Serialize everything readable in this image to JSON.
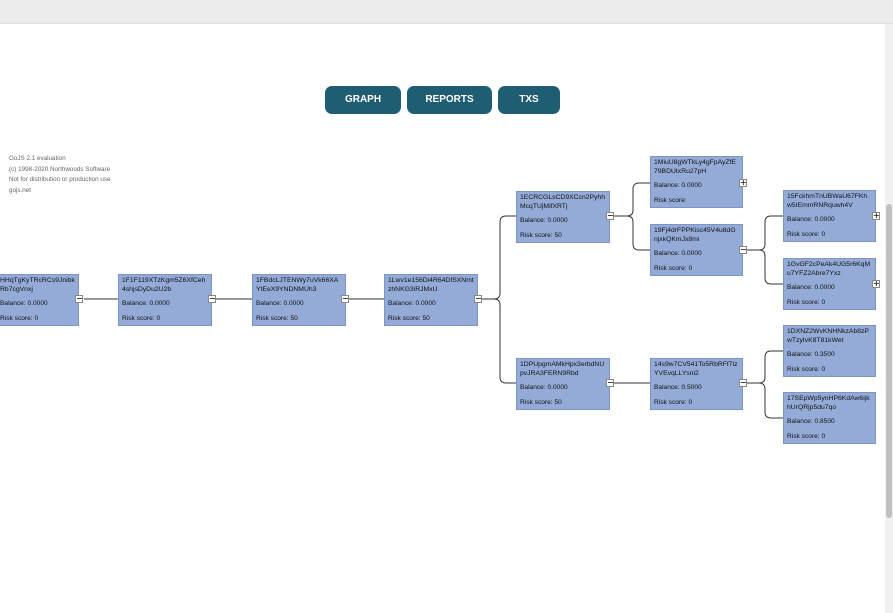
{
  "nav": {
    "graph": "GRAPH",
    "reports": "REPORTS",
    "txs": "TXS"
  },
  "gojs_note": [
    "GoJS 2.1 evaluation",
    "(c) 1998-2020 Northwoods Software",
    "Not for distribution or production use",
    "gojs.net"
  ],
  "labels": {
    "balance": "Balance:",
    "risk": "Risk score:"
  },
  "nodes": [
    {
      "id": "n0",
      "addr": "HHqTgKyTRcRCs9JnibkRb7cgVnxj",
      "balance": "0.0000",
      "risk": "0"
    },
    {
      "id": "n1",
      "addr": "1F1F119XTzKgm5Z6XfCeh4shjsDyDu2U2b",
      "balance": "0.0000",
      "risk": "0"
    },
    {
      "id": "n2",
      "addr": "1FBdcLJTENWy7uVk66XAYtEeX9YNDNMUh3",
      "balance": "0.0000",
      "risk": "50"
    },
    {
      "id": "n3",
      "addr": "1Lwv1e156Di4R64DfSXNmtzhNKG3iRJMxU",
      "balance": "0.0000",
      "risk": "50"
    },
    {
      "id": "n4",
      "addr": "1ECRCGLsCD9XCcn2PyhhMcqTUjMifXRTj",
      "balance": "0.0000",
      "risk": "50"
    },
    {
      "id": "n5",
      "addr": "1DPUpgmAMkHpx3erbdNUpvJRA3FERN9Rbd",
      "balance": "0.0000",
      "risk": "50"
    },
    {
      "id": "n6",
      "addr": "1MiuU8gWTkLy4gFpAyZfE79BDUtxRu27pH",
      "balance": "0.0000",
      "risk": ""
    },
    {
      "id": "n7",
      "addr": "19Fj4drFPPKisc45V4u8dGnjxkQKmJx8mi",
      "balance": "0.0000",
      "risk": "0"
    },
    {
      "id": "n8",
      "addr": "14s9w7CV541To5RbRFf7izYVEvqLLYsni2",
      "balance": "0.5000",
      "risk": "0"
    },
    {
      "id": "n9",
      "addr": "15FckhmTnUBWaU67FKhw5tEmmRNRquwh4V",
      "balance": "0.0000",
      "risk": "0"
    },
    {
      "id": "n10",
      "addr": "1GvGF2cPeAk4UG5r6KqMu7YFZ2Abre7Yxz",
      "balance": "0.0000",
      "risk": "0"
    },
    {
      "id": "n11",
      "addr": "1DXNZ2WvKNHNkzAb8zPwTzytvK8T81kWet",
      "balance": "0.3500",
      "risk": "0"
    },
    {
      "id": "n12",
      "addr": "17SEpWp5ynHP6KdAw6ijkhUrQRjp5du7qo",
      "balance": "0.8500",
      "risk": "0"
    }
  ],
  "buttons": {
    "expanded": "−",
    "collapsed": "+"
  }
}
